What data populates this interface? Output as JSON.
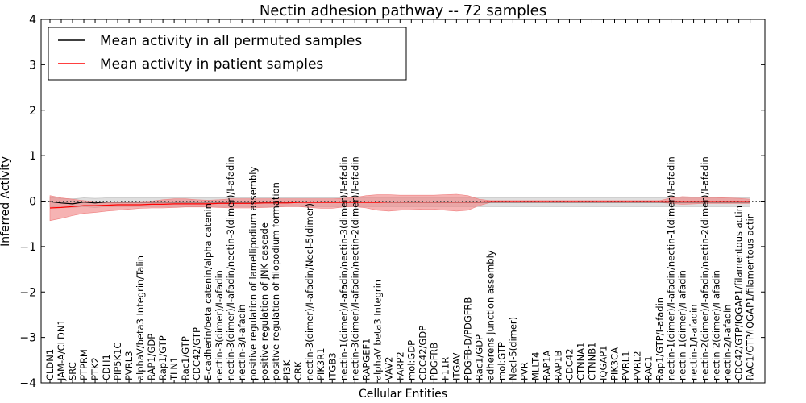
{
  "chart_data": {
    "type": "line",
    "title": "Nectin adhesion pathway -- 72 samples",
    "xlabel": "Cellular Entities",
    "ylabel": "Inferred Activity",
    "ylim": [
      -4,
      4
    ],
    "yticks": [
      -4,
      -3,
      -2,
      -1,
      0,
      1,
      2,
      3,
      4
    ],
    "grid": false,
    "legend_position": "top-left",
    "baseline_style": "dotted",
    "categories": [
      "CLDN1",
      "JAM-A/CLDN1",
      "SRC",
      "PTPRM",
      "PTK2",
      "CDH1",
      "PIP5K1C",
      "PVRL3",
      "alphaV/beta3 Integrin/Talin",
      "RAP1/GDP",
      "Rap1/GTP",
      "TLN1",
      "Rac1/GTP",
      "CDC42/GTP",
      "E-cadherin/beta catenin/alpha catenin",
      "nectin-3(dimer)/I-afadin",
      "nectin-3(dimer)/I-afadin/nectin-3(dimer)/I-afadin",
      "nectin-3/I-afadin",
      "positive regulation of lamellipodium assembly",
      "positive regulation of JNK cascade",
      "positive regulation of filopodium formation",
      "PI3K",
      "CRK",
      "nectin-3(dimer)/I-afadin/Necl-5(dimer)",
      "PIK3R1",
      "ITGB3",
      "nectin-1(dimer)/I-afadin/nectin-3(dimer)/I-afadin",
      "nectin-3(dimer)/I-afadin/nectin-2(dimer)/I-afadin",
      "RAPGEF1",
      "alphaV beta3 Integrin",
      "VAV2",
      "FARP2",
      "mol:GDP",
      "CDC42/GDP",
      "PDGFRB",
      "F11R",
      "ITGAV",
      "PDGFB-D/PDGFRB",
      "Rac1/GDP",
      "adherens junction assembly",
      "mol:GTP",
      "Necl-5(dimer)",
      "PVR",
      "MLLT4",
      "RAP1A",
      "RAP1B",
      "CDC42",
      "CTNNA1",
      "CTNNB1",
      "IQGAP1",
      "PIK3CA",
      "PVRL1",
      "PVRL2",
      "RAC1",
      "Rap1/GTP/I-afadin",
      "nectin-1(dimer)/I-afadin/nectin-1(dimer)/I-afadin",
      "nectin-1(dimer)/I-afadin",
      "nectin-1/I-afadin",
      "nectin-2(dimer)/I-afadin/nectin-2(dimer)/I-afadin",
      "nectin-2(dimer)/I-afadin",
      "nectin-2/I-afadin",
      "CDC42/GTP/IQGAP1/filamentous actin",
      "RAC1/GTP/IQGAP1/filamentous actin"
    ],
    "series": [
      {
        "name": "Mean activity in all permuted samples",
        "color": "#000000",
        "band_color": "#b8b8b8",
        "values": [
          -0.01,
          -0.04,
          -0.06,
          -0.02,
          -0.04,
          -0.02,
          -0.02,
          -0.02,
          -0.02,
          -0.02,
          -0.02,
          -0.02,
          -0.02,
          -0.02,
          -0.02,
          -0.02,
          -0.02,
          -0.02,
          -0.02,
          -0.02,
          -0.02,
          -0.02,
          -0.02,
          -0.02,
          -0.02,
          -0.02,
          -0.02,
          -0.02,
          -0.02,
          -0.02,
          -0.02,
          -0.02,
          -0.02,
          -0.02,
          -0.02,
          -0.02,
          -0.02,
          -0.02,
          -0.02,
          -0.02,
          -0.02,
          -0.02,
          -0.02,
          -0.02,
          -0.02,
          -0.02,
          -0.02,
          -0.02,
          -0.02,
          -0.02,
          -0.02,
          -0.02,
          -0.02,
          -0.02,
          -0.02,
          -0.02,
          -0.02,
          -0.02,
          -0.02,
          -0.02,
          -0.02,
          -0.02,
          -0.02
        ],
        "lower": [
          -0.12,
          -0.14,
          -0.14,
          -0.12,
          -0.14,
          -0.12,
          -0.12,
          -0.12,
          -0.12,
          -0.12,
          -0.12,
          -0.12,
          -0.12,
          -0.12,
          -0.12,
          -0.12,
          -0.12,
          -0.12,
          -0.12,
          -0.12,
          -0.12,
          -0.12,
          -0.12,
          -0.12,
          -0.12,
          -0.12,
          -0.12,
          -0.12,
          -0.12,
          -0.12,
          -0.12,
          -0.12,
          -0.12,
          -0.12,
          -0.12,
          -0.12,
          -0.12,
          -0.12,
          -0.12,
          -0.12,
          -0.12,
          -0.12,
          -0.12,
          -0.12,
          -0.12,
          -0.12,
          -0.12,
          -0.12,
          -0.12,
          -0.12,
          -0.12,
          -0.12,
          -0.12,
          -0.12,
          -0.12,
          -0.12,
          -0.12,
          -0.12,
          -0.12,
          -0.12,
          -0.12,
          -0.12,
          -0.12
        ],
        "upper": [
          0.08,
          0.06,
          0.05,
          0.07,
          0.06,
          0.07,
          0.07,
          0.07,
          0.07,
          0.07,
          0.07,
          0.07,
          0.07,
          0.07,
          0.07,
          0.07,
          0.07,
          0.07,
          0.07,
          0.07,
          0.07,
          0.07,
          0.07,
          0.07,
          0.07,
          0.07,
          0.07,
          0.07,
          0.07,
          0.07,
          0.07,
          0.07,
          0.07,
          0.07,
          0.07,
          0.07,
          0.07,
          0.07,
          0.07,
          0.07,
          0.07,
          0.07,
          0.07,
          0.07,
          0.07,
          0.07,
          0.07,
          0.07,
          0.07,
          0.07,
          0.07,
          0.07,
          0.07,
          0.07,
          0.07,
          0.07,
          0.07,
          0.07,
          0.07,
          0.07,
          0.07,
          0.07,
          0.07
        ]
      },
      {
        "name": "Mean activity in patient samples",
        "color": "#ff0000",
        "band_color": "#f08080",
        "values": [
          -0.15,
          -0.14,
          -0.12,
          -0.1,
          -0.1,
          -0.09,
          -0.08,
          -0.08,
          -0.08,
          -0.07,
          -0.07,
          -0.06,
          -0.06,
          -0.06,
          -0.06,
          -0.05,
          -0.05,
          -0.05,
          -0.05,
          -0.04,
          -0.04,
          -0.04,
          -0.03,
          -0.03,
          -0.03,
          -0.03,
          -0.03,
          -0.03,
          -0.03,
          -0.03,
          -0.02,
          -0.02,
          -0.02,
          -0.02,
          -0.02,
          -0.02,
          -0.02,
          -0.02,
          -0.02,
          -0.01,
          -0.01,
          -0.01,
          -0.01,
          -0.01,
          -0.01,
          -0.01,
          -0.01,
          -0.01,
          -0.01,
          -0.01,
          -0.01,
          -0.01,
          -0.01,
          -0.01,
          -0.01,
          -0.01,
          -0.01,
          -0.01,
          -0.01,
          -0.01,
          -0.01,
          -0.01,
          -0.01
        ],
        "lower": [
          -0.43,
          -0.38,
          -0.32,
          -0.27,
          -0.25,
          -0.22,
          -0.2,
          -0.18,
          -0.16,
          -0.15,
          -0.15,
          -0.14,
          -0.13,
          -0.13,
          -0.13,
          -0.14,
          -0.15,
          -0.15,
          -0.15,
          -0.14,
          -0.13,
          -0.12,
          -0.12,
          -0.14,
          -0.16,
          -0.16,
          -0.13,
          -0.12,
          -0.15,
          -0.2,
          -0.22,
          -0.2,
          -0.19,
          -0.18,
          -0.18,
          -0.2,
          -0.22,
          -0.2,
          -0.1,
          -0.03,
          -0.03,
          -0.03,
          -0.03,
          -0.03,
          -0.03,
          -0.03,
          -0.03,
          -0.03,
          -0.03,
          -0.03,
          -0.03,
          -0.03,
          -0.03,
          -0.03,
          -0.03,
          -0.05,
          -0.07,
          -0.06,
          -0.05,
          -0.05,
          -0.05,
          -0.05,
          -0.05
        ],
        "upper": [
          0.12,
          0.07,
          0.04,
          0.01,
          -0.01,
          -0.02,
          -0.02,
          -0.02,
          -0.01,
          0.0,
          0.03,
          0.05,
          0.05,
          0.03,
          0.02,
          0.03,
          0.05,
          0.05,
          0.05,
          0.05,
          0.05,
          0.05,
          0.05,
          0.05,
          0.05,
          0.05,
          0.06,
          0.08,
          0.12,
          0.14,
          0.14,
          0.13,
          0.13,
          0.13,
          0.13,
          0.14,
          0.15,
          0.12,
          0.04,
          0.01,
          0.01,
          0.01,
          0.01,
          0.01,
          0.01,
          0.01,
          0.01,
          0.01,
          0.01,
          0.01,
          0.01,
          0.01,
          0.01,
          0.01,
          0.01,
          0.07,
          0.1,
          0.09,
          0.08,
          0.08,
          0.07,
          0.06,
          0.04
        ]
      }
    ]
  }
}
